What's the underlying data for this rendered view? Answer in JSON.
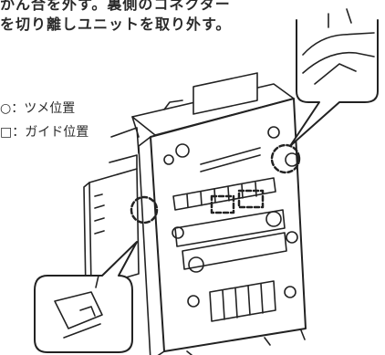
{
  "instructions": {
    "line1": "かん合を外す。裏側のコネクター",
    "line2": "を切り離しユニットを取り外す。"
  },
  "legend": {
    "claw": "○：ツメ位置",
    "guide": "□：ガイド位置"
  }
}
